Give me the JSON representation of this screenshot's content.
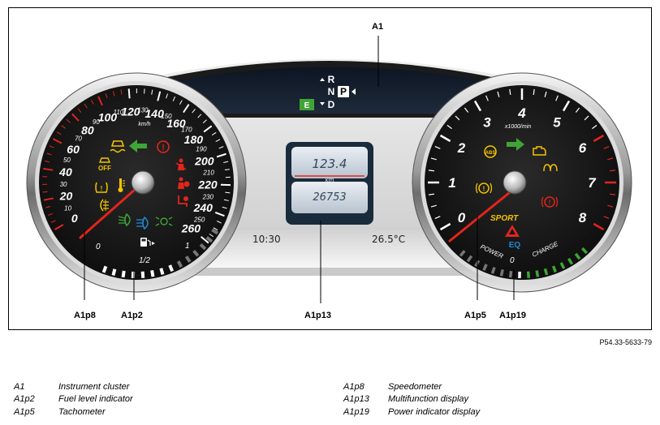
{
  "callouts": {
    "a1": "A1",
    "a1p8": "A1p8",
    "a1p2": "A1p2",
    "a1p13": "A1p13",
    "a1p5": "A1p5",
    "a1p19": "A1p19"
  },
  "image_ref": "P54.33-5633-79",
  "speedometer": {
    "labels": [
      "0",
      "20",
      "40",
      "60",
      "80",
      "100",
      "120",
      "140",
      "160",
      "180",
      "200",
      "220",
      "240",
      "260"
    ],
    "minor_labels": [
      "10",
      "30",
      "50",
      "70",
      "90",
      "110",
      "130",
      "150",
      "170",
      "190",
      "210",
      "230",
      "250"
    ],
    "unit": "km/h"
  },
  "fuel": {
    "empty": "0",
    "half": "1/2",
    "full": "1"
  },
  "tachometer": {
    "labels": [
      "0",
      "1",
      "2",
      "3",
      "4",
      "5",
      "6",
      "7",
      "8"
    ],
    "unit": "x1000/min"
  },
  "power_display": {
    "power": "POWER",
    "charge": "CHARGE",
    "zero": "0",
    "sport": "SPORT",
    "eq": "EQ"
  },
  "gear": {
    "r": "R",
    "n": "N",
    "p": "P",
    "d": "D",
    "eco": "E"
  },
  "mfd": {
    "trip": "123.4",
    "trip_unit": "km",
    "odometer": "26753",
    "time": "10:30",
    "temperature": "26.5°C"
  },
  "legend": [
    {
      "code": "A1",
      "text": "Instrument cluster"
    },
    {
      "code": "A1p2",
      "text": "Fuel level indicator"
    },
    {
      "code": "A1p5",
      "text": "Tachometer"
    },
    {
      "code": "A1p8",
      "text": "Speedometer"
    },
    {
      "code": "A1p13",
      "text": "Multifunction display"
    },
    {
      "code": "A1p19",
      "text": "Power indicator display"
    }
  ],
  "colors": {
    "accent_red": "#e3251b",
    "indicator_green": "#3fa535",
    "indicator_yellow": "#f4c400",
    "indicator_blue": "#1c8bd6",
    "dial_face": "#161616"
  }
}
